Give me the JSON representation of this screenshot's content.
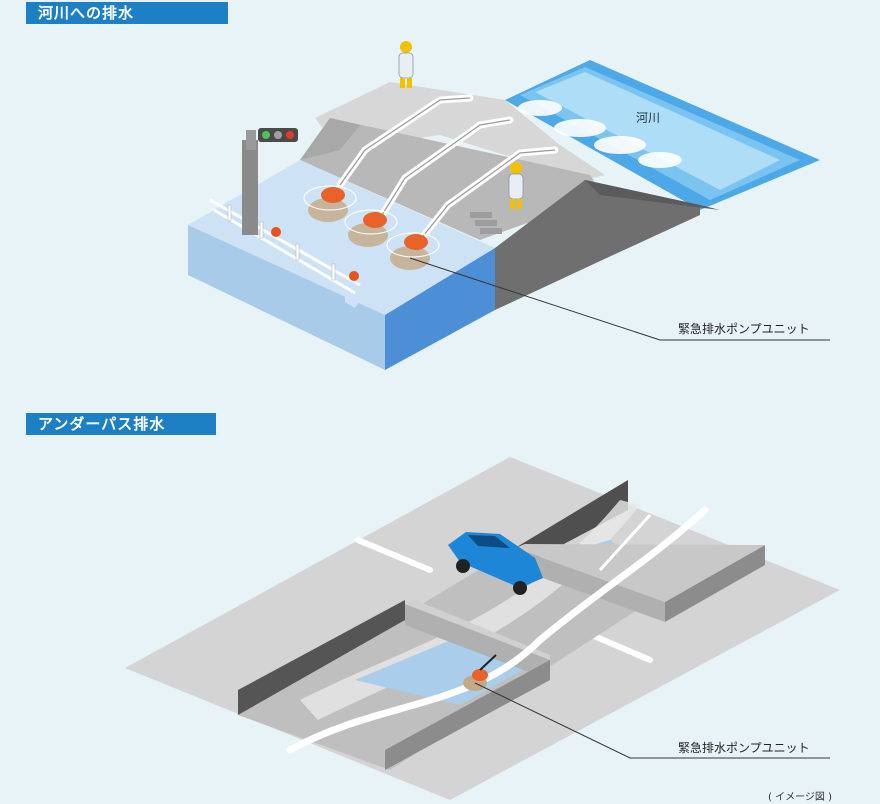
{
  "sections": [
    {
      "title": "河川への排水",
      "river_label": "河川",
      "pump_label": "緊急排水ポンプユニット"
    },
    {
      "title": "アンダーパス排水",
      "pump_label": "緊急排水ポンプユニット"
    }
  ],
  "note": "( イメージ図 )",
  "colors": {
    "tag": "#1d7fc4",
    "water": "#9cc6ea",
    "pump": "#e8622a",
    "car": "#1e86d6",
    "concrete": "#8c8c8c"
  }
}
